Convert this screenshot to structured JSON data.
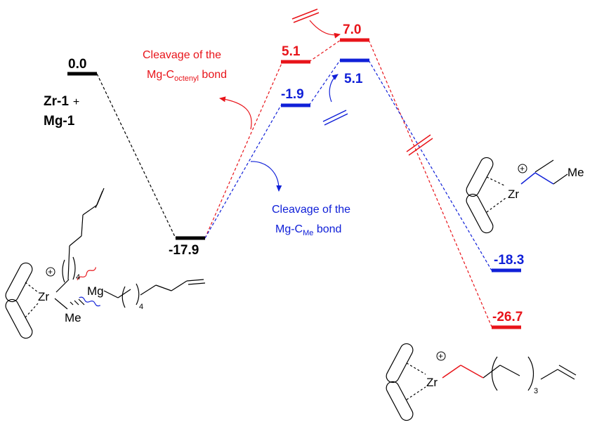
{
  "colors": {
    "black": "#000000",
    "red": "#e8141a",
    "blue": "#1020d8"
  },
  "reactant": {
    "energy": "0.0",
    "label_line1": "Zr-1",
    "plus": "+",
    "label_line2": "Mg-1"
  },
  "intermediate": {
    "energy": "-17.9"
  },
  "red_path": {
    "caption_line1": "Cleavage of the",
    "caption_line2_prefix": "Mg-C",
    "caption_line2_sub": "octenyl",
    "caption_line2_suffix": " bond",
    "complex_energy": "5.1",
    "ts_energy": "7.0",
    "product_energy": "-26.7"
  },
  "blue_path": {
    "caption_line1": "Cleavage of the",
    "caption_line2_prefix": "Mg-C",
    "caption_line2_sub": "Me",
    "caption_line2_suffix": " bond",
    "complex_energy": "-1.9",
    "ts_energy": "5.1",
    "product_energy": "-18.3"
  },
  "structures": {
    "left_complex": {
      "zr": "Zr",
      "charge": "+",
      "mg": "Mg",
      "me": "Me",
      "sub_a": "4",
      "sub_b": "4"
    },
    "blue_product": {
      "zr": "Zr",
      "charge": "+",
      "me": "Me"
    },
    "red_product": {
      "zr": "Zr",
      "charge": "+",
      "sub": "3"
    }
  }
}
